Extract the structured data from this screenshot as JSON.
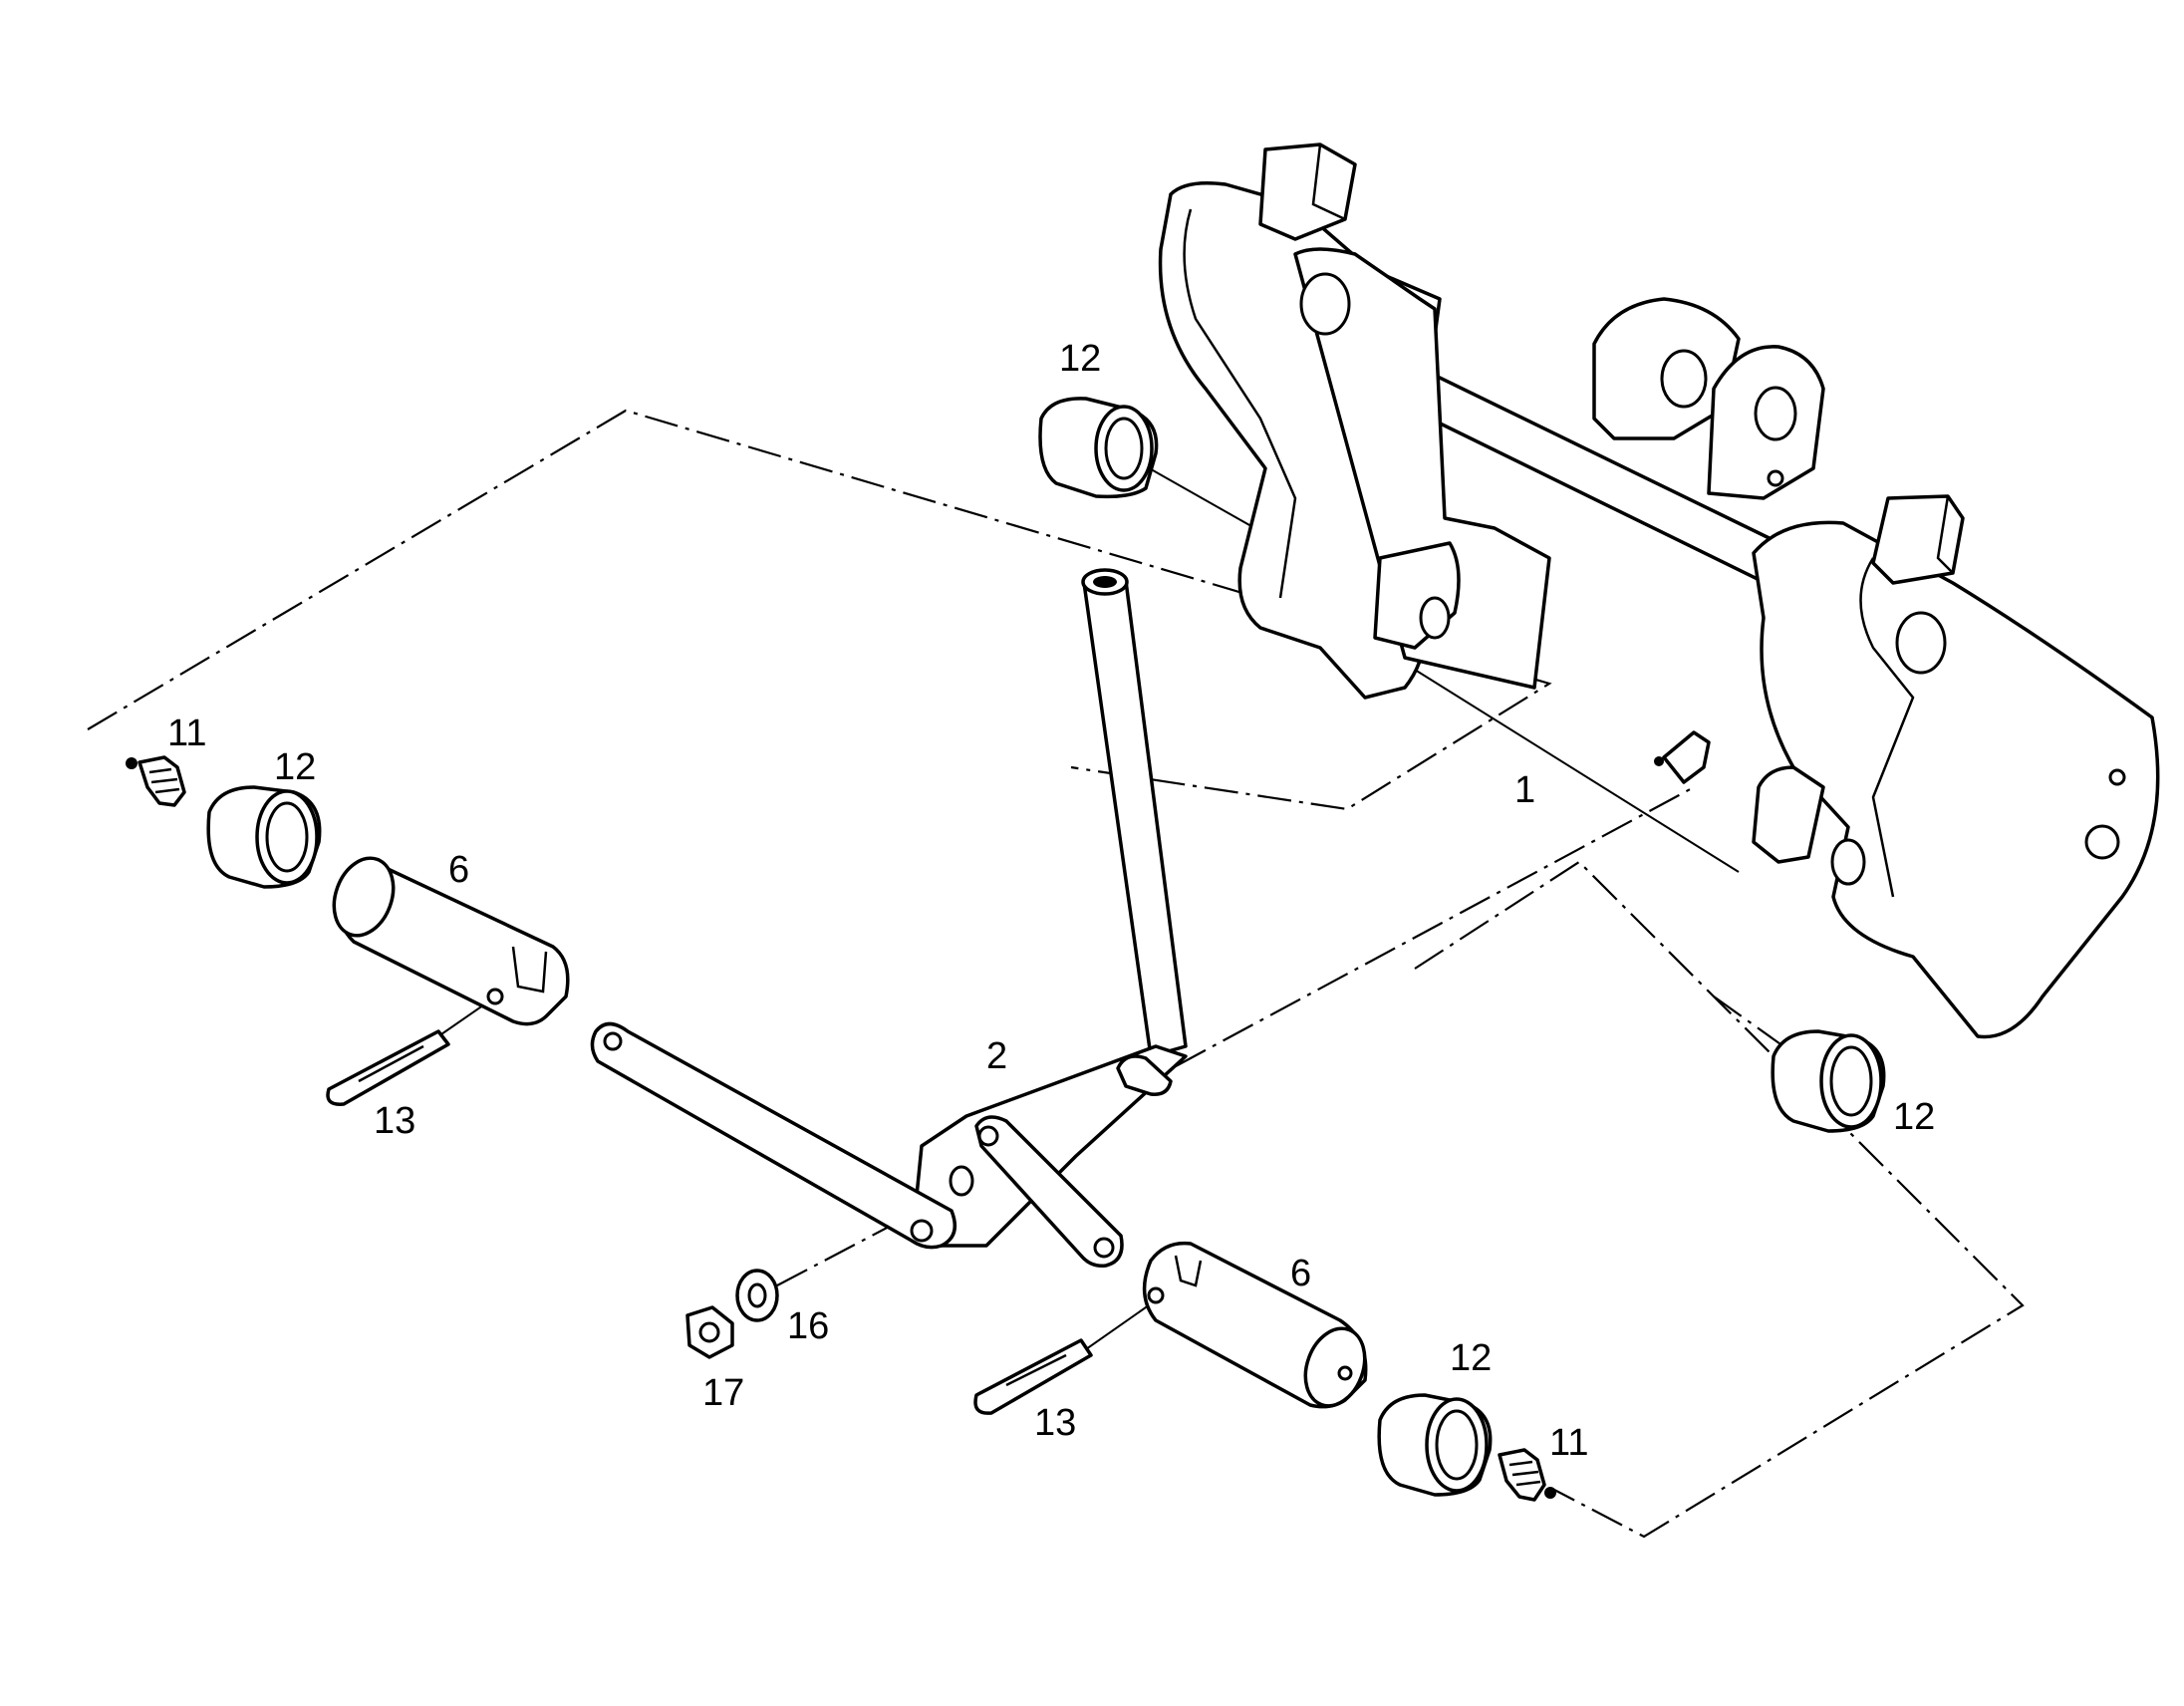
{
  "callouts": {
    "part_1": "1",
    "part_2": "2",
    "part_6_left": "6",
    "part_6_right": "6",
    "part_11_left": "11",
    "part_11_right": "11",
    "part_12_top": "12",
    "part_12_left": "12",
    "part_12_right": "12",
    "part_12_bottom": "12",
    "part_13_left": "13",
    "part_13_right": "13",
    "part_16": "16",
    "part_17": "17"
  }
}
